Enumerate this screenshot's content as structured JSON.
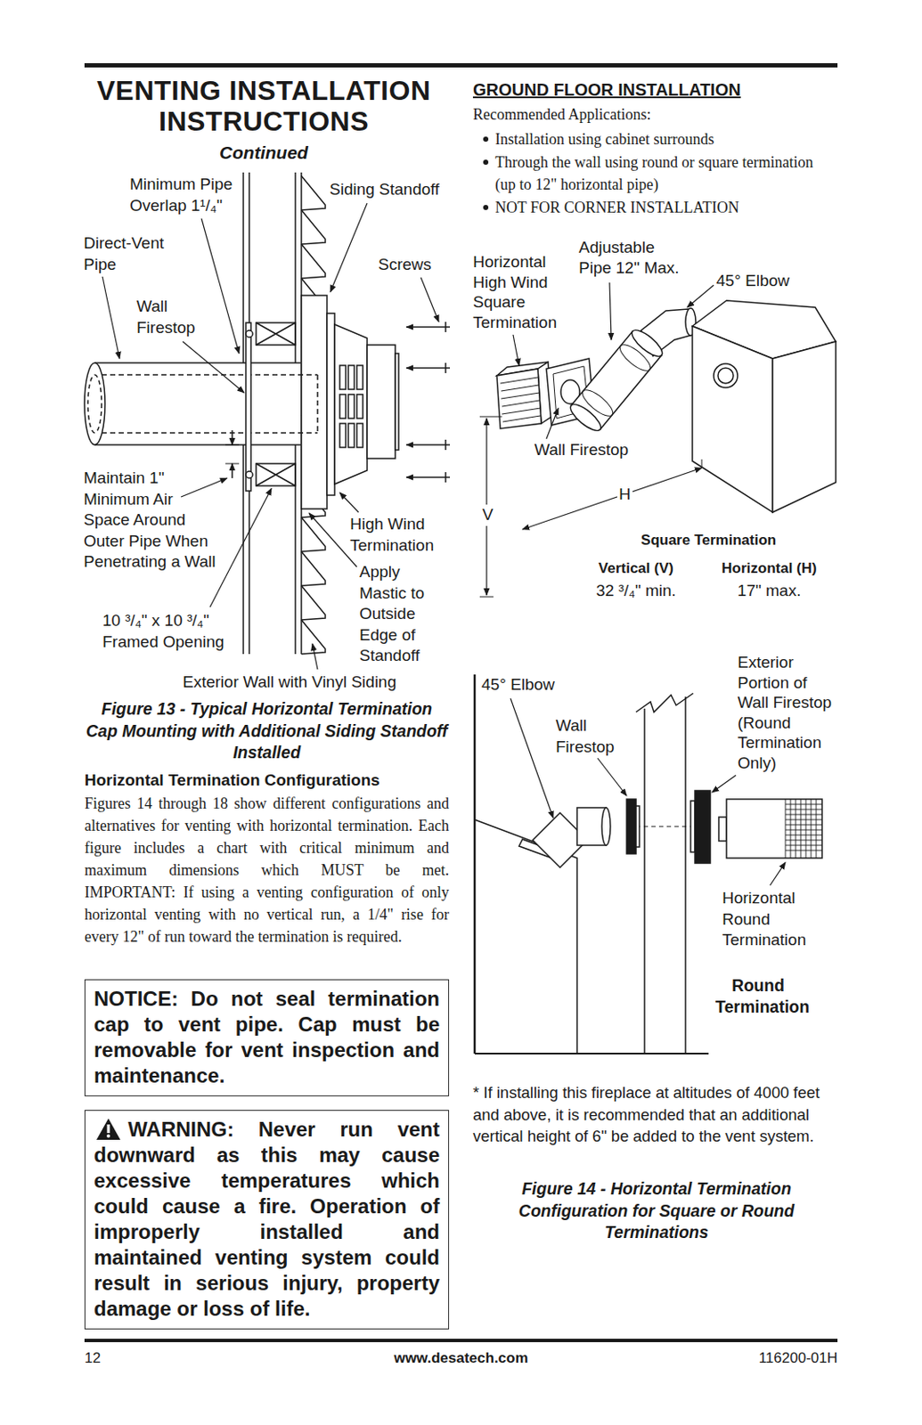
{
  "diagram": {
    "title": "VENTING INSTALLATION INSTRUCTIONS",
    "nodes": [
      {
        "text": [
          "NOTICE: Do not seal termination cap to vent pipe. Cap must be removable for vent inspection and maintenance."
        ]
      },
      {
        "text": [
          "WARNING: Never run vent downward as this may cause excessive temperatures which could cause a fire. Operation of improperly installed and maintained venting system could result in serious injury, property damage or loss of life."
        ]
      }
    ],
    "labels": [
      "Continued",
      "Minimum Pipe Overlap 1¹/₄\"",
      "Siding Standoff",
      "Direct-Vent Pipe",
      "Screws",
      "Wall Firestop",
      "Maintain 1\" Minimum Air Space Around Outer Pipe When Penetrating a Wall",
      "High Wind Termination",
      "Apply Mastic to Outside Edge of Standoff",
      "10 ³/₄\" x 10 ³/₄\" Framed Opening",
      "Exterior Wall with Vinyl Siding",
      "Figure 13 - Typical Horizontal Termination Cap Mounting with Additional Siding Standoff Installed",
      "Horizontal Termination Configurations",
      "Figures 14 through 18 show different configurations and alternatives for venting with horizontal termination. Each figure includes a chart with critical minimum and maximum dimensions which MUST be met. IMPORTANT: If using a venting configuration of only horizontal venting with no vertical run, a 1/4\" rise for every 12\" of run toward the termination is required.",
      "GROUND FLOOR INSTALLATION",
      "Recommended Applications:",
      "Installation using cabinet surrounds",
      "Through the wall using round or square termination (up to 12\" horizontal pipe)",
      "NOT FOR CORNER INSTALLATION",
      "Horizontal High Wind Square Termination",
      "Adjustable Pipe 12\" Max.",
      "45° Elbow",
      "Wall Firestop",
      "H",
      "V",
      "Square Termination",
      "Vertical (V)",
      "Horizontal (H)",
      "32 ³/₄\" min.",
      "17\" max.",
      "45° Elbow",
      "Wall Firestop",
      "Exterior Portion of Wall Firestop (Round Termination Only)",
      "Horizontal Round Termination",
      "Round Termination",
      "* If installing this fireplace at altitudes of 4000 feet and above, it is recommended that an additional vertical height of 6\" be added to the vent system.",
      "Figure 14 - Horizontal Termination Configuration for Square or Round Terminations",
      "12",
      "www.desatech.com",
      "116200-01H"
    ]
  }
}
